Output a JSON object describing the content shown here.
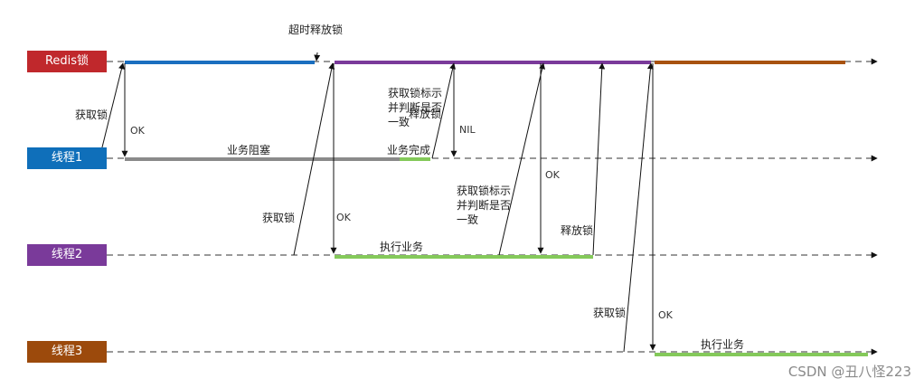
{
  "lanes": [
    {
      "label": "Redis锁",
      "color": "#c0282c"
    },
    {
      "label": "线程1",
      "color": "#0f6fba"
    },
    {
      "label": "线程2",
      "color": "#7a3a9a"
    },
    {
      "label": "线程3",
      "color": "#9c4a0c"
    }
  ],
  "colors": {
    "blue_hold": "#1a6fbf",
    "purple_hold": "#7a3a9a",
    "brown_hold": "#a8520f",
    "green": "#84c95a",
    "gray_block": "#8a8a8a"
  },
  "annotations": {
    "timeout_release": "超时释放锁",
    "acquire_lock_1": "获取锁",
    "ok_1": "OK",
    "business_blocked": "业务阻塞",
    "check_flag_1": "获取锁标示\n并判断是否\n一致",
    "release_lock_1": "释放锁",
    "business_done": "业务完成",
    "nil_result": "NIL",
    "acquire_lock_2": "获取锁",
    "ok_2": "OK",
    "execute_business_2": "执行业务",
    "check_flag_2": "获取锁标示\n并判断是否\n一致",
    "ok_check": "OK",
    "release_lock_2": "释放锁",
    "acquire_lock_3": "获取锁",
    "ok_3": "OK",
    "execute_business_3": "执行业务"
  },
  "watermark": "CSDN @丑八怪223"
}
